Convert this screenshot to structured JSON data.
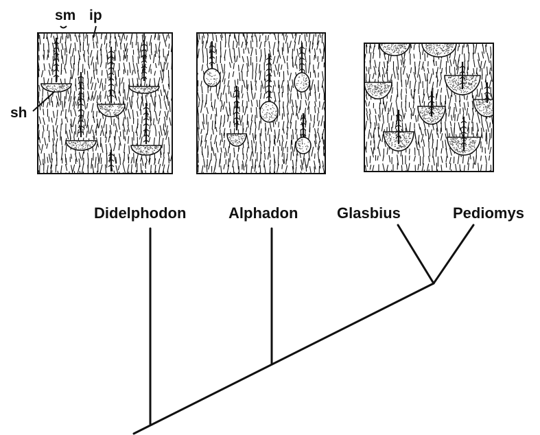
{
  "panel_labels": {
    "sm": "sm",
    "ip": "ip",
    "sh": "sh"
  },
  "taxa": [
    "Didelphodon",
    "Alphadon",
    "Glasbius",
    "Pediomys"
  ],
  "colors": {
    "ink": "#111111",
    "stipple": "#555555",
    "background": "#ffffff"
  }
}
